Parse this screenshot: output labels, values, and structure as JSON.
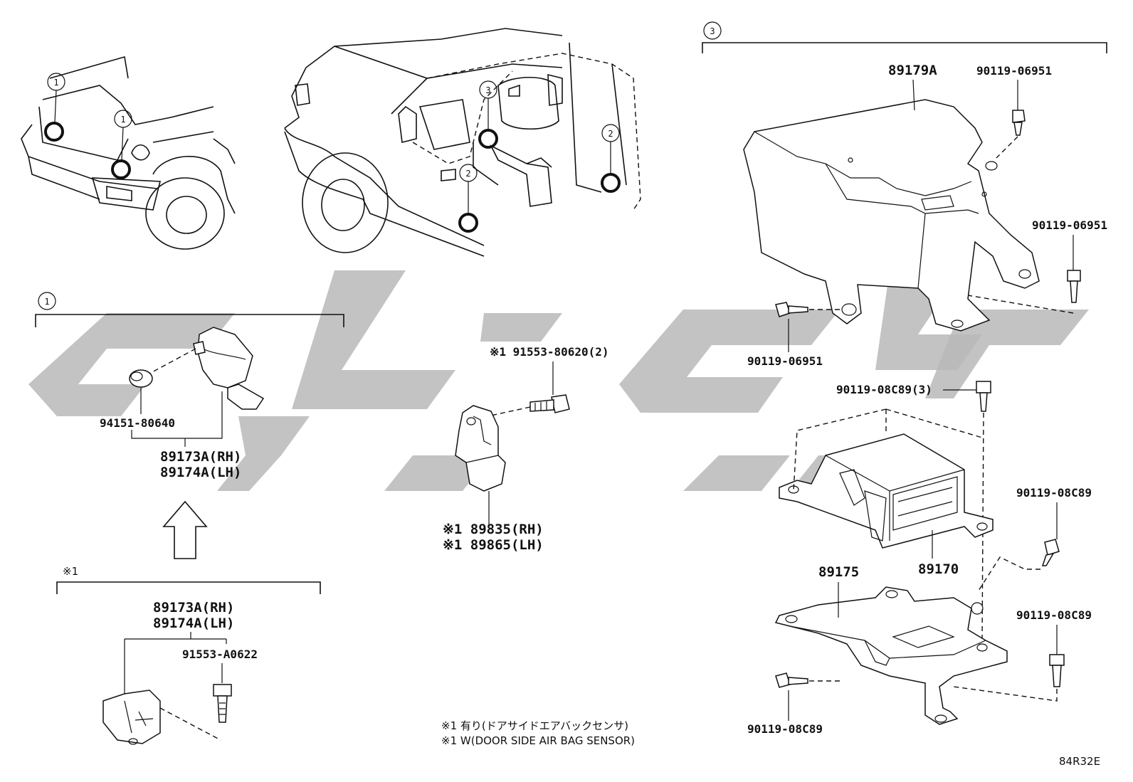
{
  "circled_refs": {
    "ref1": "1",
    "ref2": "2",
    "ref3": "3"
  },
  "sections": {
    "sec1": {
      "ref": "1"
    },
    "sec2": {
      "ref": "2"
    },
    "sec3": {
      "ref": "3"
    },
    "sec_x1": {
      "ref": "※1"
    }
  },
  "parts": {
    "p89179A": "89179A",
    "p90119_06951_top": "90119-06951",
    "p90119_06951_right": "90119-06951",
    "p90119_06951_left": "90119-06951",
    "p90119_08C89_3": "90119-08C89(3)",
    "p89170": "89170",
    "p89175": "89175",
    "p90119_08C89_r1": "90119-08C89",
    "p90119_08C89_r2": "90119-08C89",
    "p90119_08C89_bl": "90119-08C89",
    "p94151_80640": "94151-80640",
    "p89173A_RH": "89173A(RH)",
    "p89174A_LH": "89174A(LH)",
    "p89173A_RH_b": "89173A(RH)",
    "p89174A_LH_b": "89174A(LH)",
    "p91553_A0622": "91553-A0622",
    "p91553_80620": "※1 91553-80620(2)",
    "p89835": "※1 89835(RH)",
    "p89865": "※1 89865(LH)"
  },
  "notes": {
    "line1": "※1 有り(ドアサイドエアバックセンサ)",
    "line2": "※1 W(DOOR SIDE AIR BAG SENSOR)"
  },
  "diagram_code": "84R32E",
  "colors": {
    "ink": "#111111",
    "watermark": "#b9b9b9",
    "background": "#ffffff"
  }
}
